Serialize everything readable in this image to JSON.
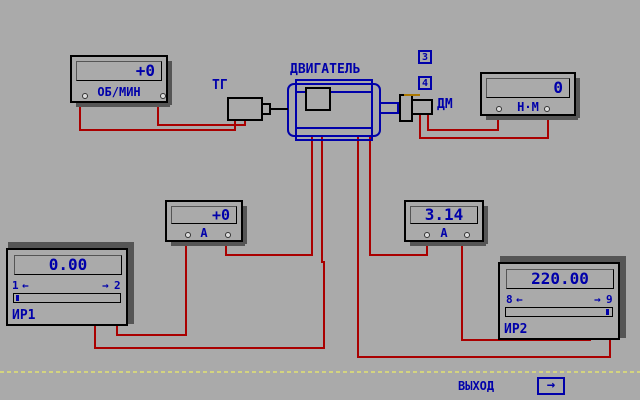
{
  "motor_label": "ДВИГАТЕЛЬ",
  "tg_label": "ТГ",
  "dm_label": "ДМ",
  "box3": "3",
  "box4": "4",
  "rpm_meter": {
    "value": "+0",
    "unit": "ОБ/МИН"
  },
  "torque_meter": {
    "value": "0",
    "unit": "Н·М"
  },
  "amm1": {
    "value": "+0",
    "unit": "А"
  },
  "amm2": {
    "value": "3.14",
    "unit": "А"
  },
  "rheo1": {
    "value": "0.00",
    "left_num": "1",
    "left_arrow": "←",
    "right_arrow": "→",
    "right_num": "2",
    "label": "ИР1",
    "position": 0.0
  },
  "rheo2": {
    "value": "220.00",
    "left_num": "8",
    "left_arrow": "←",
    "right_arrow": "→",
    "right_num": "9",
    "label": "ИР2",
    "position": 1.0
  },
  "exit": {
    "label": "ВЫХОД",
    "icon": "→"
  },
  "colors": {
    "wire": "#aa0000",
    "accent": "#0000aa",
    "background": "#aaaaaa",
    "dashed": "#ffff55"
  }
}
